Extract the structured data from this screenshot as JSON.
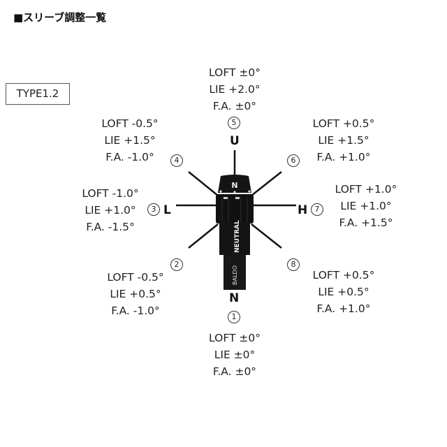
{
  "title": "■スリーブ調整一覧",
  "type_label": "TYPE1.2",
  "directions": {
    "up": "U",
    "left": "L",
    "right": "H",
    "down": "N"
  },
  "sleeve": {
    "top_mark": "N",
    "text_main": "NEUTRAL",
    "text_brand": "BALDO"
  },
  "positions": [
    {
      "num": "1",
      "loft": "LOFT ±0°",
      "lie": "LIE ±0°",
      "fa": "F.A. ±0°"
    },
    {
      "num": "2",
      "loft": "LOFT -0.5°",
      "lie": "LIE +0.5°",
      "fa": "F.A. -1.0°"
    },
    {
      "num": "3",
      "loft": "LOFT -1.0°",
      "lie": "LIE +1.0°",
      "fa": "F.A. -1.5°"
    },
    {
      "num": "4",
      "loft": "LOFT -0.5°",
      "lie": "LIE +1.5°",
      "fa": "F.A. -1.0°"
    },
    {
      "num": "5",
      "loft": "LOFT ±0°",
      "lie": "LIE +2.0°",
      "fa": "F.A. ±0°"
    },
    {
      "num": "6",
      "loft": "LOFT +0.5°",
      "lie": "LIE +1.5°",
      "fa": "F.A. +1.0°"
    },
    {
      "num": "7",
      "loft": "LOFT +1.0°",
      "lie": "LIE +1.0°",
      "fa": "F.A. +1.5°"
    },
    {
      "num": "8",
      "loft": "LOFT +0.5°",
      "lie": "LIE +0.5°",
      "fa": "F.A. +1.0°"
    }
  ],
  "colors": {
    "line": "#111111",
    "sleeve": "#141414",
    "text": "#222222"
  }
}
